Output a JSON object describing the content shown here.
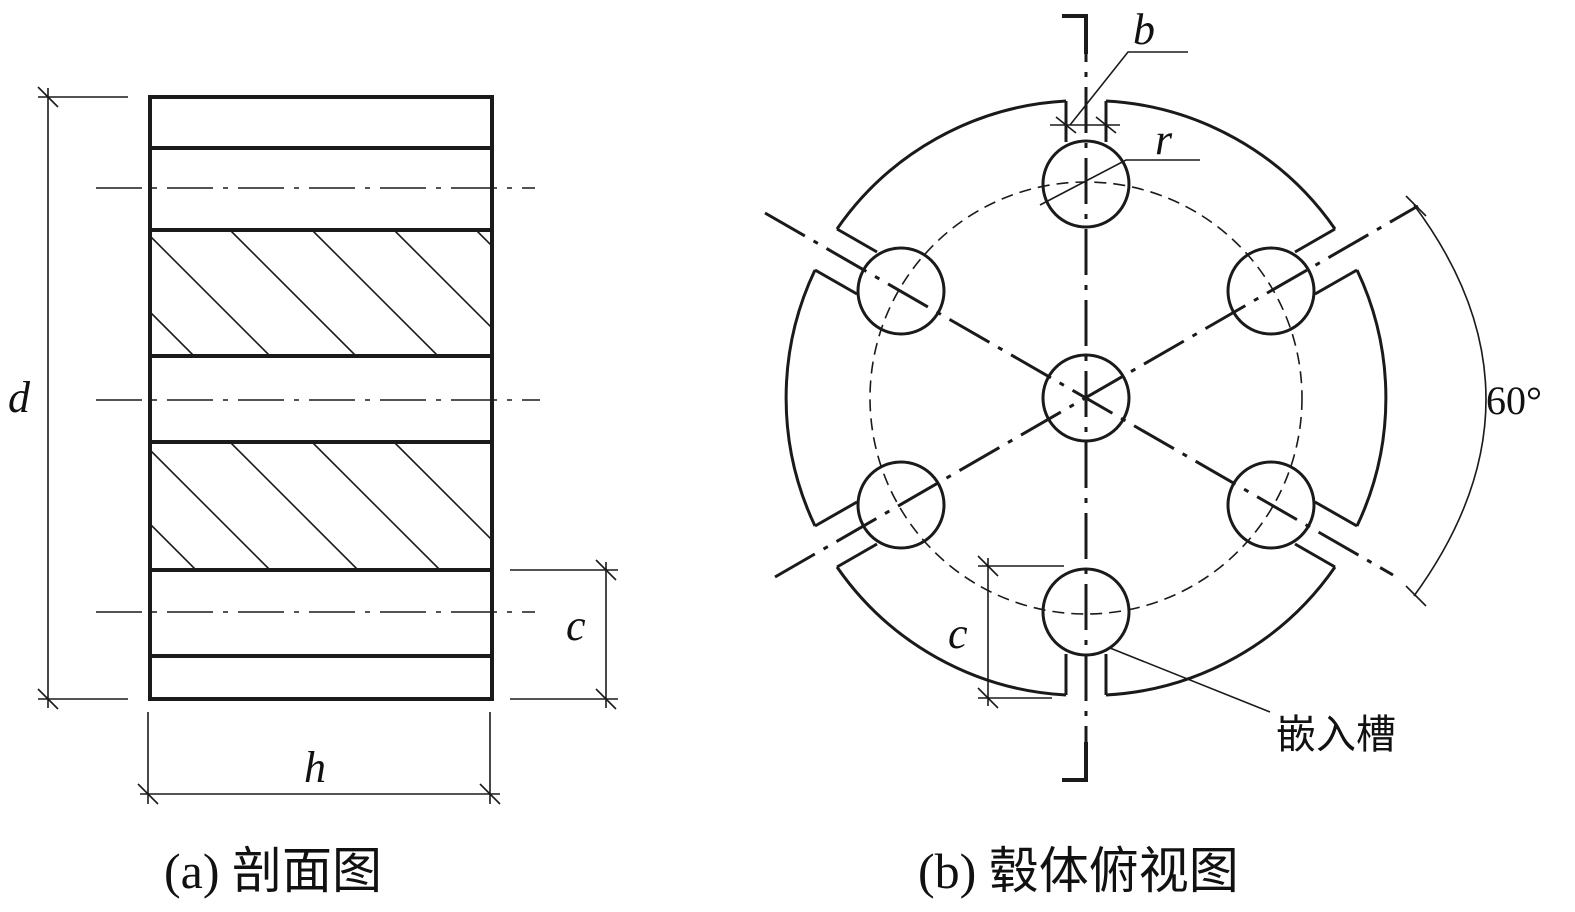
{
  "panel_a": {
    "caption": "(a) 剖面图",
    "label_d": "d",
    "label_h": "h",
    "label_c": "c"
  },
  "panel_b": {
    "caption": "(b) 毂体俯视图",
    "label_b": "b",
    "label_r": "r",
    "label_c": "c",
    "angle_label": "60°",
    "groove_label": "嵌入槽"
  }
}
